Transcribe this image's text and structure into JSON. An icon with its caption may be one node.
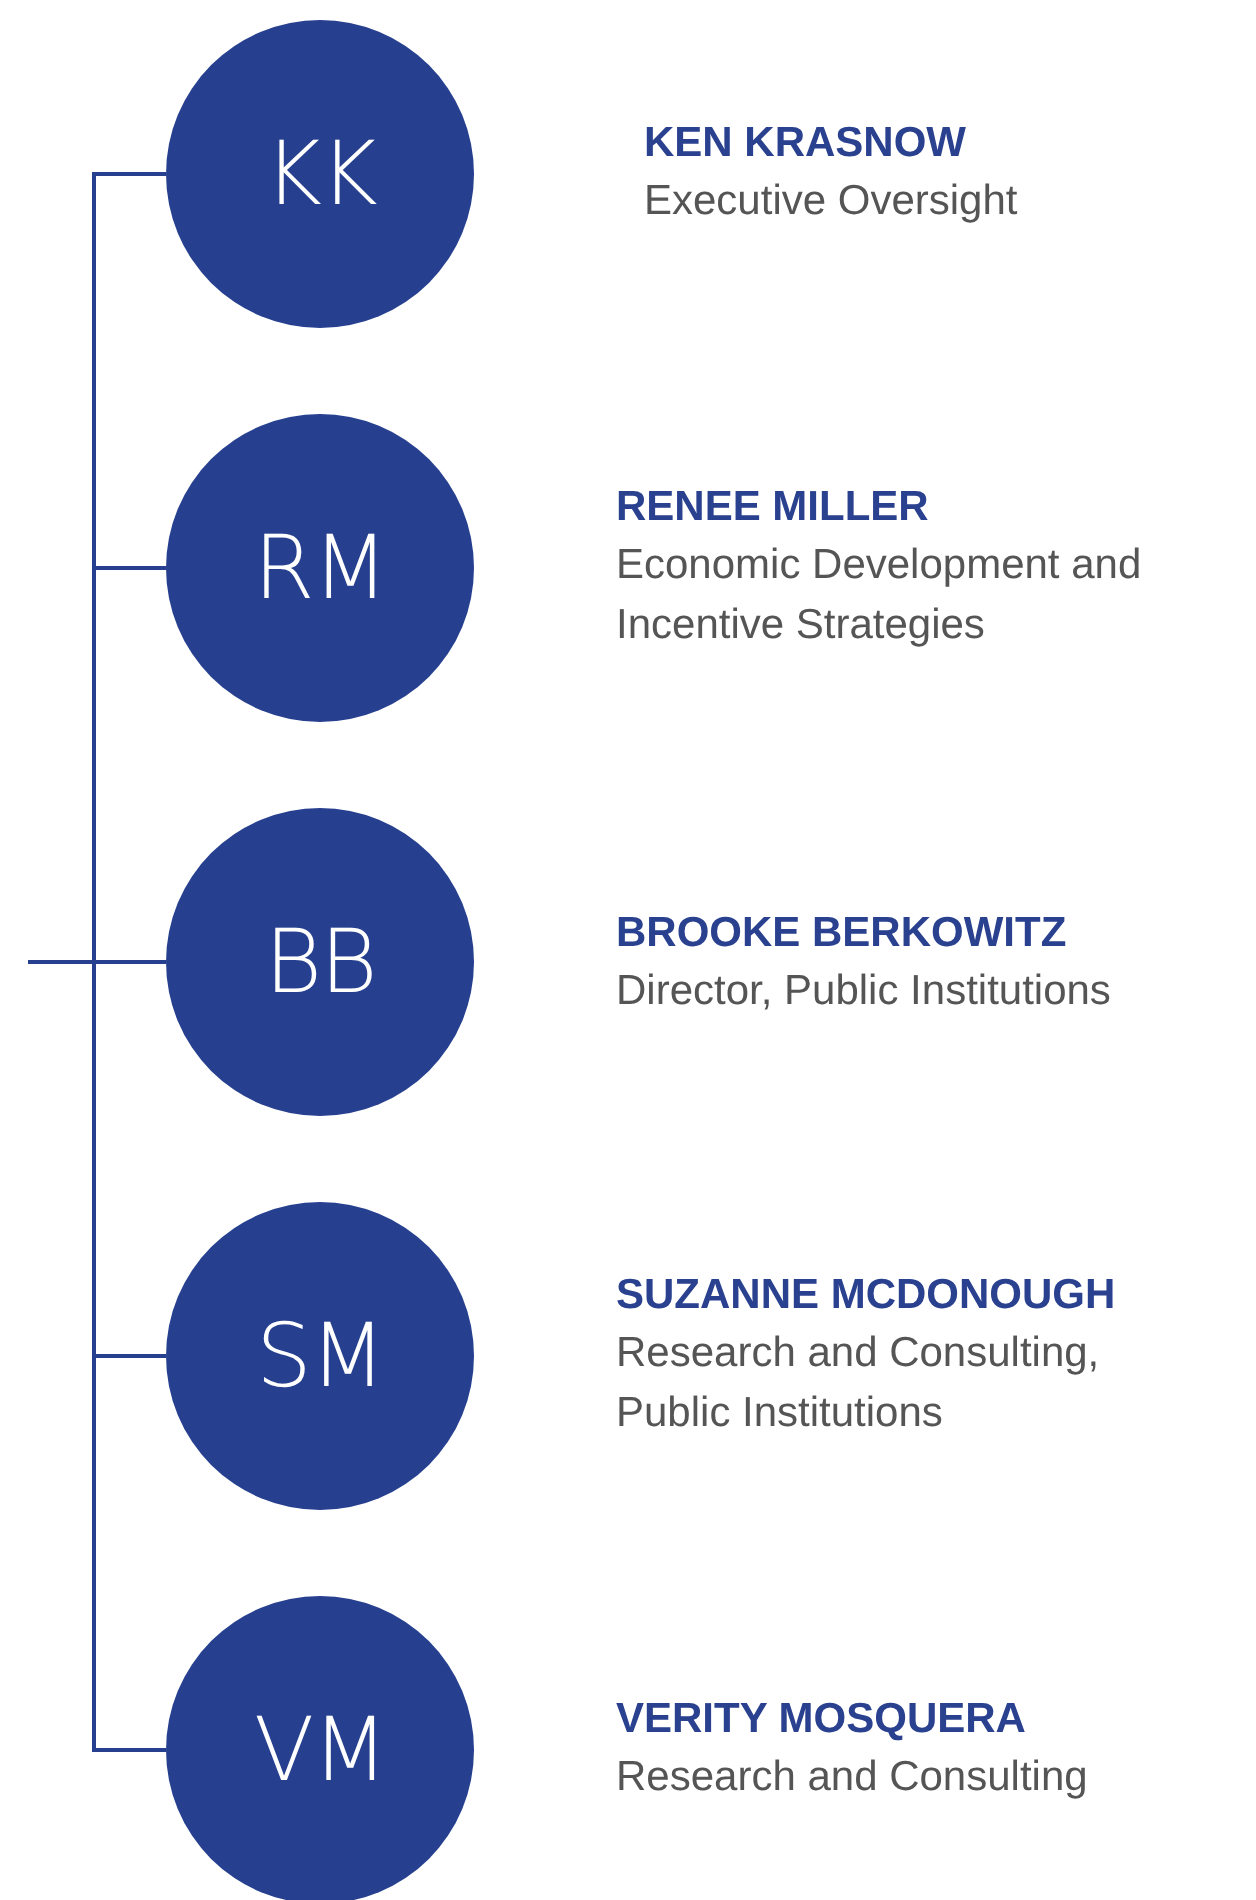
{
  "diagram": {
    "nodes": [
      {
        "text": [
          "KK"
        ],
        "beside": [
          "KEN KRASNOW",
          "Executive Oversight"
        ]
      },
      {
        "text": [
          "RM"
        ],
        "beside": [
          "RENEE MILLER",
          "Economic Development and Incentive Strategies"
        ]
      },
      {
        "text": [
          "BB"
        ],
        "beside": [
          "BROOKE BERKOWITZ",
          "Director, Public Institutions"
        ]
      },
      {
        "text": [
          "SM"
        ],
        "beside": [
          "SUZANNE MCDONOUGH",
          "Research and Consulting, Public Institutions"
        ]
      },
      {
        "text": [
          "VM"
        ],
        "beside": [
          "VERITY MOSQUERA",
          "Research and Consulting"
        ]
      }
    ],
    "edges": [
      {
        "from": null,
        "to": 0,
        "arrow": "none"
      },
      {
        "from": null,
        "to": 1,
        "arrow": "none"
      },
      {
        "from": null,
        "to": 2,
        "arrow": "none"
      },
      {
        "from": null,
        "to": 3,
        "arrow": "none"
      },
      {
        "from": null,
        "to": 4,
        "arrow": "none"
      }
    ]
  }
}
